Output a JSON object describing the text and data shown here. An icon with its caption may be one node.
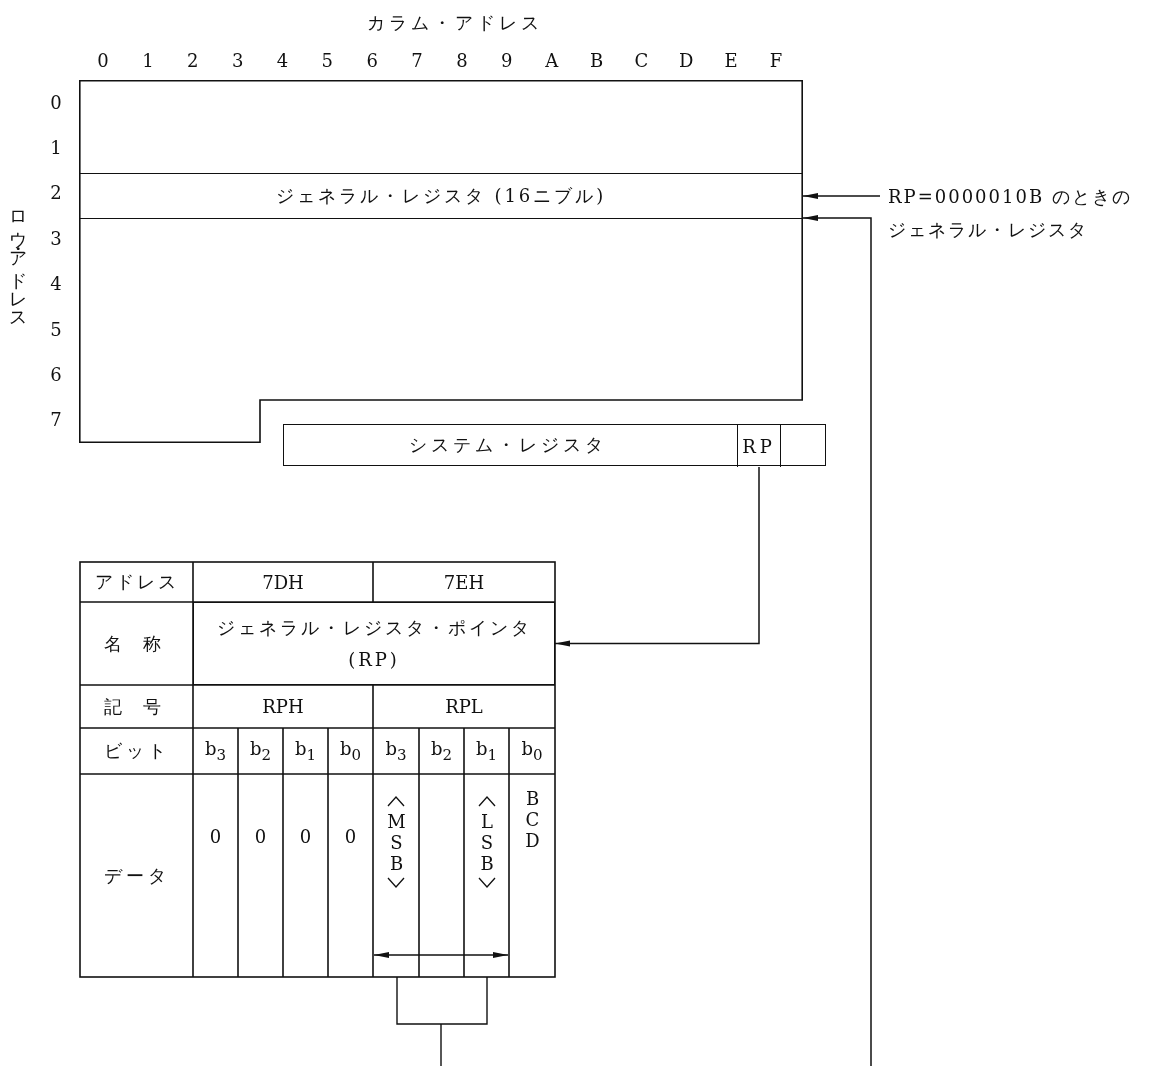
{
  "diagram": {
    "nodes": [
      {
        "text": [],
        "shape": "box"
      },
      {
        "text": [
          "ジェネラル・レジスタ (16ニブル)"
        ],
        "in": 0
      },
      {
        "text": [
          "RP=0000010B のときのジェネラル・レジスタ"
        ]
      },
      {
        "text": [
          "システム・レジスタ"
        ]
      },
      {
        "text": [
          "RP"
        ],
        "in": 3
      },
      {
        "text": [
          "ジェネラル・レジスタ・ポインタ (RP)"
        ]
      }
    ],
    "edges": [
      {
        "from": 2,
        "to": 1,
        "arrow": "to"
      },
      {
        "from": null,
        "to": 1,
        "arrow": "to"
      },
      {
        "from": 4,
        "to": 5,
        "arrow": "to"
      }
    ],
    "labels": [
      "カラム・アドレス",
      "0",
      "1",
      "2",
      "3",
      "4",
      "5",
      "6",
      "7",
      "8",
      "9",
      "A",
      "B",
      "C",
      "D",
      "E",
      "F",
      "ロウ・アドレス",
      "0",
      "1",
      "2",
      "3",
      "4",
      "5",
      "6",
      "7",
      "アドレス",
      "7DH",
      "7EH",
      "名 称",
      "記 号",
      "RPH",
      "RPL",
      "ビット",
      "b$_{3}$",
      "b$_{2}$",
      "b$_{1}$",
      "b$_{0}$",
      "b$_{3}$",
      "b$_{2}$",
      "b$_{1}$",
      "b$_{0}$",
      "データ",
      "0",
      "0",
      "0",
      "0",
      "MSB",
      "LSB",
      "BCD"
    ]
  }
}
